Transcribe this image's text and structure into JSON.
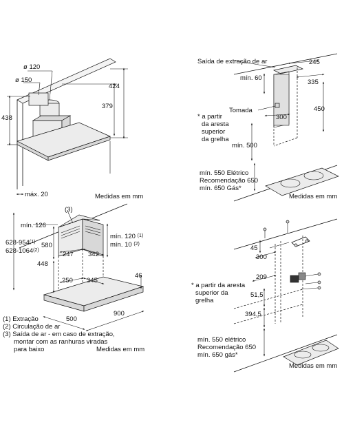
{
  "panel_top_left": {
    "dia_120": "ø 120",
    "dia_150": "ø 150",
    "dim_438": "438",
    "dim_424": "424",
    "dim_379": "379",
    "max_20": "máx. 20",
    "units": "Medidas em mm"
  },
  "panel_top_right": {
    "air_outlet": "Saída de extração de ar",
    "dim_245": "245",
    "dim_335": "335",
    "min_60": "mín. 60",
    "socket": "Tomada",
    "dim_300": "300",
    "dim_450": "450",
    "note_line1": "* a partir",
    "note_line2": "da aresta",
    "note_line3": "superior",
    "note_line4": "da grelha",
    "min_500": "mín. 500",
    "min_550": "mín. 550 Elétrico",
    "rec_650": "Recomendação 650",
    "min_650gas": "mín. 650 Gás*",
    "units": "Medidas em mm"
  },
  "panel_bottom_left": {
    "ref_3": "(3)",
    "min_126": "mín. 126",
    "range_954": "628-954",
    "sup_1": "(1)",
    "range_1064": "628-1064",
    "sup_2": "(2)",
    "dim_580": "580",
    "dim_448": "448",
    "dim_247": "247",
    "dim_342": "342",
    "min_120": "mín. 120",
    "min_10": "mín. 10",
    "dim_250": "250",
    "dim_345": "345",
    "dim_46": "46",
    "dim_500": "500",
    "dim_900": "900",
    "legend_1": "(1) Extração",
    "legend_2": "(2) Circulação de ar",
    "legend_3a": "(3) Saída de ar - em caso de extração,",
    "legend_3b": "montar com as ranhuras viradas",
    "legend_3c": "para baixo",
    "units": "Medidas em mm"
  },
  "panel_bottom_right": {
    "dim_45": "45",
    "dim_300": "300",
    "dim_209": "209",
    "dim_51_5": "51,5",
    "dim_394_5": "394,5",
    "note_line1": "* a partir da aresta",
    "note_line2": "superior da",
    "note_line3": "grelha",
    "min_550": "mín. 550 elétrico",
    "rec_650": "Recomendação 650",
    "min_650gas": "mín. 650 gás*",
    "units": "Medidas em mm"
  }
}
